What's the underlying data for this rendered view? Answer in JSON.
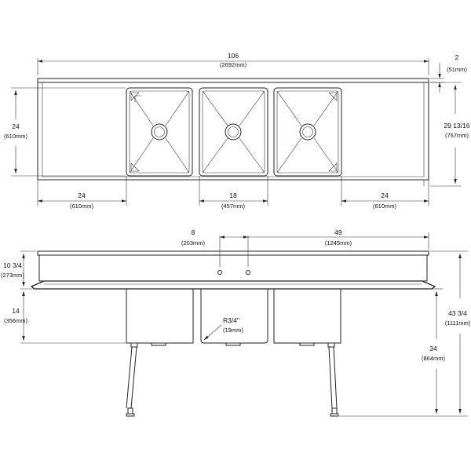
{
  "dimensions": {
    "overall_length": {
      "imperial": "106",
      "metric": "(2692mm)"
    },
    "backsplash": {
      "imperial": "2",
      "metric": "(51mm)"
    },
    "bowl_depth_front_back": {
      "imperial": "24",
      "metric": "(610mm)"
    },
    "overall_depth": {
      "imperial": "29 13/16",
      "metric": "(757mm)"
    },
    "left_drainboard": {
      "imperial": "24",
      "metric": "(610mm)"
    },
    "bowl_width": {
      "imperial": "18",
      "metric": "(457mm)"
    },
    "right_drainboard": {
      "imperial": "24",
      "metric": "(610mm)"
    },
    "faucet_spacing": {
      "imperial": "8",
      "metric": "(203mm)"
    },
    "faucet_to_end": {
      "imperial": "49",
      "metric": "(1245mm)"
    },
    "splash_height": {
      "imperial": "10 3/4",
      "metric": "(273mm)"
    },
    "bowl_depth": {
      "imperial": "14",
      "metric": "(356mm)"
    },
    "corner_radius": {
      "imperial": "R3/4\"",
      "metric": "(19mm)"
    },
    "work_height": {
      "imperial": "34",
      "metric": "(864mm)"
    },
    "overall_height": {
      "imperial": "43 3/4",
      "metric": "(1111mm)"
    }
  }
}
